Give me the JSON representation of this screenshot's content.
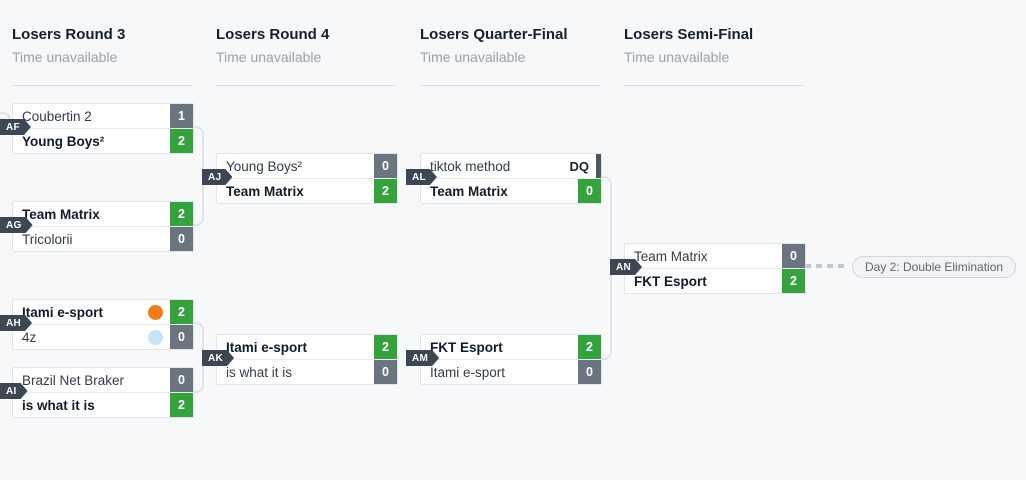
{
  "bracket": {
    "columns": [
      {
        "title": "Losers Round 3",
        "subtitle": "Time unavailable"
      },
      {
        "title": "Losers Round 4",
        "subtitle": "Time unavailable"
      },
      {
        "title": "Losers Quarter-Final",
        "subtitle": "Time unavailable"
      },
      {
        "title": "Losers Semi-Final",
        "subtitle": "Time unavailable"
      }
    ],
    "matches": [
      {
        "id": "AF",
        "rows": [
          {
            "name": "Coubertin 2",
            "score": "1",
            "result": "loss"
          },
          {
            "name": "Young Boys²",
            "score": "2",
            "result": "win"
          }
        ]
      },
      {
        "id": "AG",
        "rows": [
          {
            "name": "Team Matrix",
            "score": "2",
            "result": "win"
          },
          {
            "name": "Tricolorii",
            "score": "0",
            "result": "loss"
          }
        ]
      },
      {
        "id": "AH",
        "rows": [
          {
            "name": "Itami e-sport",
            "score": "2",
            "result": "win",
            "dot": "#f07d1a"
          },
          {
            "name": "4z",
            "score": "0",
            "result": "loss",
            "dot": "#c9e2f5"
          }
        ]
      },
      {
        "id": "AI",
        "rows": [
          {
            "name": "Brazil Net Braker",
            "score": "0",
            "result": "loss"
          },
          {
            "name": "is what it is",
            "score": "2",
            "result": "win"
          }
        ]
      },
      {
        "id": "AJ",
        "rows": [
          {
            "name": "Young Boys²",
            "score": "0",
            "result": "loss"
          },
          {
            "name": "Team Matrix",
            "score": "2",
            "result": "win"
          }
        ]
      },
      {
        "id": "AK",
        "rows": [
          {
            "name": "Itami e-sport",
            "score": "2",
            "result": "win"
          },
          {
            "name": "is what it is",
            "score": "0",
            "result": "loss"
          }
        ]
      },
      {
        "id": "AL",
        "rows": [
          {
            "name": "tiktok method",
            "score": "DQ",
            "result": "dq"
          },
          {
            "name": "Team Matrix",
            "score": "0",
            "result": "win"
          }
        ]
      },
      {
        "id": "AM",
        "rows": [
          {
            "name": "FKT Esport",
            "score": "2",
            "result": "win"
          },
          {
            "name": "Itami e-sport",
            "score": "0",
            "result": "loss"
          }
        ]
      },
      {
        "id": "AN",
        "rows": [
          {
            "name": "Team Matrix",
            "score": "0",
            "result": "loss"
          },
          {
            "name": "FKT Esport",
            "score": "2",
            "result": "win"
          }
        ]
      }
    ],
    "note": {
      "label": "Day 2: Double Elimination"
    },
    "colors": {
      "win_score": "#35a23d",
      "loss_score": "#6b7580",
      "badge": "#3c4654",
      "itami_team_color": "#f07d1a",
      "fourz_team_color": "#c9e2f5"
    }
  }
}
